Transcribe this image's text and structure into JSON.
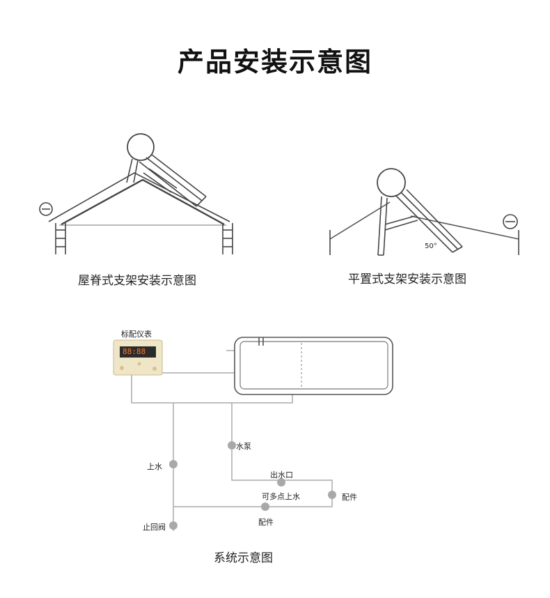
{
  "title": "产品安装示意图",
  "roof_caption": "屋脊式支架安装示意图",
  "flat_caption": "平置式支架安装示意图",
  "flat_angle": "50°",
  "system_caption": "系统示意图",
  "labels": {
    "meter": "标配仪表",
    "display": "88:88",
    "pump": "水泵",
    "inlet": "上水",
    "outlet": "出水口",
    "multi_point": "可多点上水",
    "fitting_right": "配件",
    "fitting_bottom": "配件",
    "check_valve": "止回阀"
  },
  "colors": {
    "line": "#444444",
    "pipe": "#aaaaaa",
    "node": "#a9a9a9",
    "meter_bg": "#efe6c8",
    "display_bg": "#2b2b2b"
  }
}
